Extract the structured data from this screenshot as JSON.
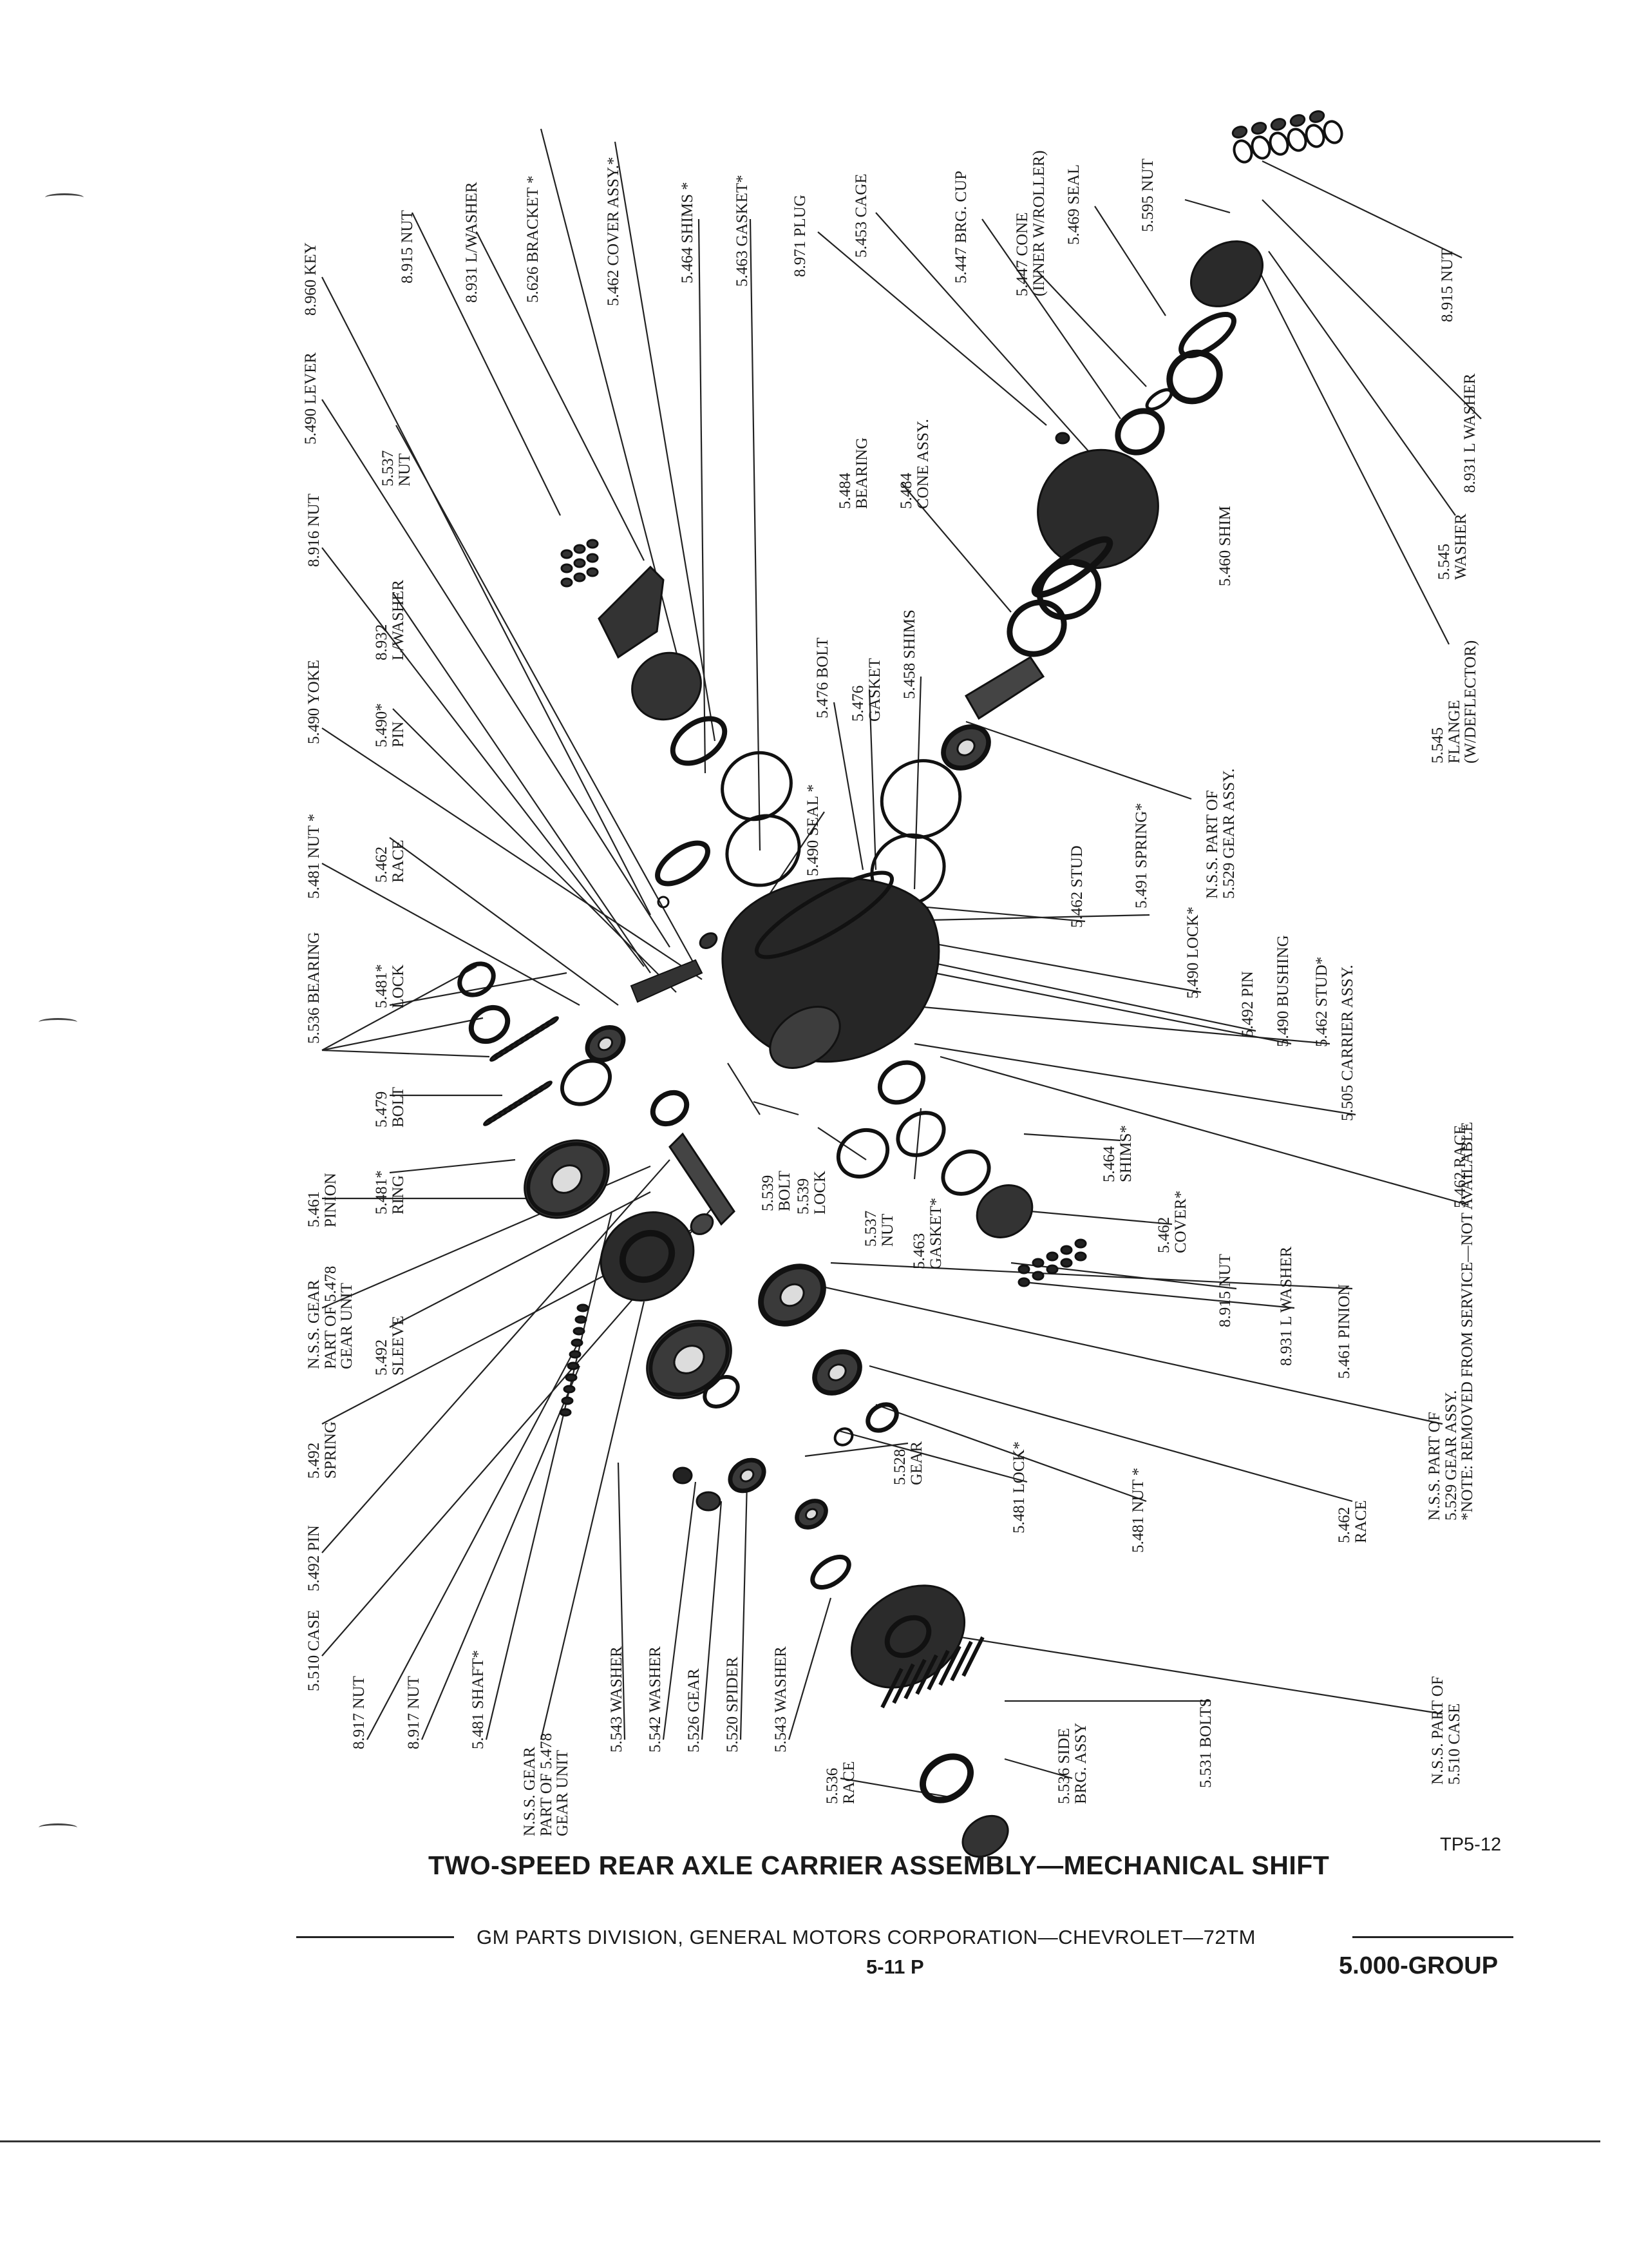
{
  "page": {
    "title": "TWO-SPEED REAR AXLE CARRIER ASSEMBLY—MECHANICAL SHIFT",
    "plate_id": "TP5-12",
    "footer_credit": "GM PARTS DIVISION, GENERAL MOTORS CORPORATION—CHEVROLET—72TM",
    "footer_page": "5-11 P",
    "footer_group": "5.000-GROUP"
  },
  "labels": [
    {
      "id": "key",
      "text": "8.960 KEY"
    },
    {
      "id": "nut-8915-top",
      "text": "8.915 NUT"
    },
    {
      "id": "lwasher-8931-top",
      "text": "8.931 L/WASHER"
    },
    {
      "id": "bracket",
      "text": "5.626 BRACKET *"
    },
    {
      "id": "cover-assy",
      "text": "5.462 COVER ASSY.*"
    },
    {
      "id": "shims-5464-top",
      "text": "5.464 SHIMS *"
    },
    {
      "id": "gasket-5463-top",
      "text": "5.463 GASKET*"
    },
    {
      "id": "plug",
      "text": "8.971 PLUG"
    },
    {
      "id": "cage",
      "text": "5.453 CAGE"
    },
    {
      "id": "brg-cup",
      "text": "5.447 BRG. CUP"
    },
    {
      "id": "cone",
      "text": "5.447 CONE\n(INNER W/ROLLER)"
    },
    {
      "id": "seal-5469",
      "text": "5.469 SEAL"
    },
    {
      "id": "nut-5595",
      "text": "5.595 NUT"
    },
    {
      "id": "nut-8915-right",
      "text": "8.915 NUT"
    },
    {
      "id": "lwasher-8931-right",
      "text": "8.931 L WASHER"
    },
    {
      "id": "washer-5545",
      "text": "5.545\nWASHER"
    },
    {
      "id": "flange",
      "text": "5.545\nFLANGE\n(W/DEFLECTOR)"
    },
    {
      "id": "shim-5460",
      "text": "5.460 SHIM"
    },
    {
      "id": "bearing-5484",
      "text": "5.484\nBEARING"
    },
    {
      "id": "cone-assy-5484",
      "text": "5.484\nCONE ASSY."
    },
    {
      "id": "lever",
      "text": "5.490 LEVER"
    },
    {
      "id": "nut-5537-top",
      "text": "5.537\nNUT"
    },
    {
      "id": "nut-8916",
      "text": "8.916 NUT"
    },
    {
      "id": "lwasher-8932",
      "text": "8.932\nL/WASHER"
    },
    {
      "id": "yoke",
      "text": "5.490 YOKE"
    },
    {
      "id": "pin-5490",
      "text": "5.490*\nPIN"
    },
    {
      "id": "bolt-5476",
      "text": "5.476 BOLT"
    },
    {
      "id": "gasket-5476",
      "text": "5.476\nGASKET"
    },
    {
      "id": "shims-5458",
      "text": "5.458 SHIMS"
    },
    {
      "id": "seal-5490",
      "text": "5.490 SEAL *"
    },
    {
      "id": "nss-5529-top",
      "text": "N.S.S. PART OF\n5.529 GEAR ASSY."
    },
    {
      "id": "nut-5481-top",
      "text": "5.481 NUT *"
    },
    {
      "id": "race-5462-top",
      "text": "5.462\nRACE"
    },
    {
      "id": "stud-5462",
      "text": "5.462 STUD"
    },
    {
      "id": "spring-5491",
      "text": "5.491 SPRING*"
    },
    {
      "id": "lock-5490",
      "text": "5.490 LOCK*"
    },
    {
      "id": "pin-5492-right",
      "text": "5.492 PIN"
    },
    {
      "id": "bushing-5490",
      "text": "5.490 BUSHING"
    },
    {
      "id": "stud-5462-star",
      "text": "5.462 STUD*"
    },
    {
      "id": "carrier-assy",
      "text": "5.505 CARRIER ASSY."
    },
    {
      "id": "race-5462-right",
      "text": "5.462 RACE"
    },
    {
      "id": "bearing-5536",
      "text": "5.536 BEARING"
    },
    {
      "id": "lock-5481-left",
      "text": "5.481*\nLOCK"
    },
    {
      "id": "bolt-5479",
      "text": "5.479\nBOLT"
    },
    {
      "id": "ring-5481",
      "text": "5.481*\nRING"
    },
    {
      "id": "pinion-5461-left",
      "text": "5.461\nPINION"
    },
    {
      "id": "nss-gear-5478-left",
      "text": "N.S.S. GEAR\nPART OF 5.478\nGEAR UNIT"
    },
    {
      "id": "sleeve-5492",
      "text": "5.492\nSLEEVE"
    },
    {
      "id": "spring-5492",
      "text": "5.492\nSPRING"
    },
    {
      "id": "pin-5492-left",
      "text": "5.492 PIN"
    },
    {
      "id": "case-5510",
      "text": "5.510 CASE"
    },
    {
      "id": "bolt-5539",
      "text": "5.539\nBOLT"
    },
    {
      "id": "lock-5539",
      "text": "5.539\nLOCK"
    },
    {
      "id": "nut-5537-mid",
      "text": "5.537\nNUT"
    },
    {
      "id": "gasket-5463-mid",
      "text": "5.463\nGASKET*"
    },
    {
      "id": "shims-5464-mid",
      "text": "5.464\nSHIMS*"
    },
    {
      "id": "cover-5462-mid",
      "text": "5.462\nCOVER*"
    },
    {
      "id": "nut-8915-mid",
      "text": "8.915 NUT"
    },
    {
      "id": "lwasher-8931-mid",
      "text": "8.931 L WASHER"
    },
    {
      "id": "pinion-5461-right",
      "text": "5.461 PINION"
    },
    {
      "id": "nss-5529-right",
      "text": "N.S.S. PART OF\n5.529 GEAR ASSY.\n*NOTE: REMOVED FROM SERVICE—NOT AVAILABLE"
    },
    {
      "id": "race-5462-bottom",
      "text": "5.462\nRACE"
    },
    {
      "id": "nut-5481-bottom",
      "text": "5.481 NUT *"
    },
    {
      "id": "lock-5481-bottom",
      "text": "5.481 LOCK*"
    },
    {
      "id": "gear-5528",
      "text": "5.528\nGEAR"
    },
    {
      "id": "nut-8917-a",
      "text": "8.917 NUT"
    },
    {
      "id": "nut-8917-b",
      "text": "8.917 NUT"
    },
    {
      "id": "shaft-5481",
      "text": "5.481 SHAFT*"
    },
    {
      "id": "nss-gear-5478-bottom",
      "text": "N.S.S. GEAR\nPART OF 5.478\nGEAR UNIT"
    },
    {
      "id": "washer-5543-a",
      "text": "5.543 WASHER"
    },
    {
      "id": "washer-5542",
      "text": "5.542 WASHER"
    },
    {
      "id": "gear-5526",
      "text": "5.526 GEAR"
    },
    {
      "id": "spider-5520",
      "text": "5.520 SPIDER"
    },
    {
      "id": "washer-5543-b",
      "text": "5.543 WASHER"
    },
    {
      "id": "race-5536",
      "text": "5.536\nRACE"
    },
    {
      "id": "side-brg-assy",
      "text": "5.536 SIDE\nBRG. ASSY"
    },
    {
      "id": "bolts-5531",
      "text": "5.531 BOLTS"
    },
    {
      "id": "nss-5510-case",
      "text": "N.S.S. PART OF\n5.510 CASE"
    }
  ]
}
